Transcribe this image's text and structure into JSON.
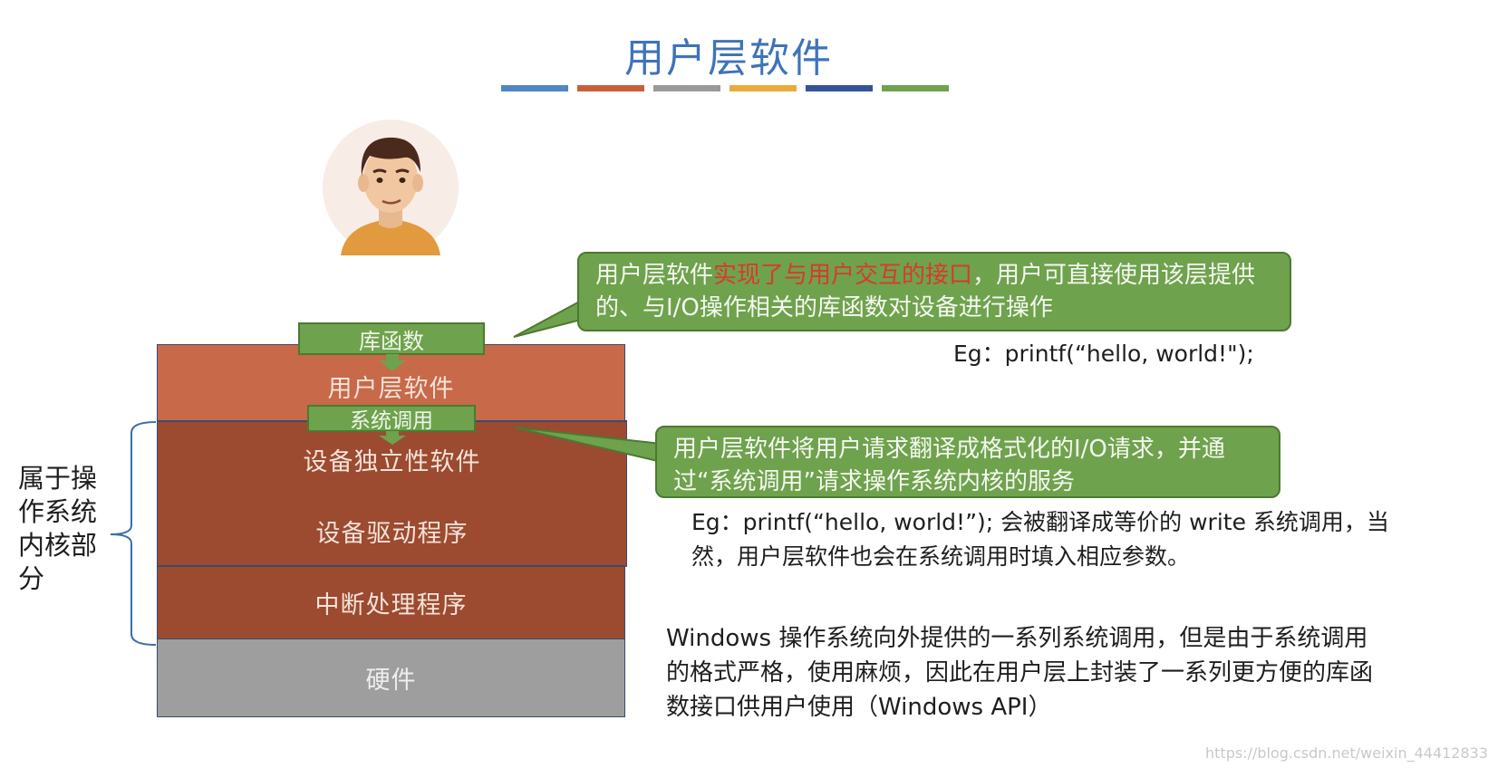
{
  "title": "用户层软件",
  "colors": {
    "bars": [
      "#4f86c6",
      "#c95f3a",
      "#9a9a9a",
      "#e9ab3c",
      "#33549a",
      "#6fa24d"
    ],
    "title": "#3f73b8",
    "green": "#6fa24d"
  },
  "avatar": {
    "icon": "person-avatar-icon"
  },
  "layers": {
    "lib_tag": "库函数",
    "user_software": "用户层软件",
    "syscall_tag": "系统调用",
    "device_independent": "设备独立性软件",
    "device_driver": "设备驱动程序",
    "interrupt_handler": "中断处理程序",
    "hardware": "硬件"
  },
  "kernel_bracket_label": "属于操作系统内核部分",
  "callout1": {
    "part1": "用户层软件",
    "part2_red": "实现了与用户交互的接口",
    "part3": "，用户可直接使用该层提供的、与I/O操作相关的库函数对设备进行操作"
  },
  "eg1": "Eg：printf(“hello, world!\");",
  "callout2": "用户层软件将用户请求翻译成格式化的I/O请求，并通过“系统调用”请求操作系统内核的服务",
  "eg2": "Eg：printf(“hello, world!”); 会被翻译成等价的 write 系统调用，当然，用户层软件也会在系统调用时填入相应参数。",
  "windows_note": "Windows 操作系统向外提供的一系列系统调用，但是由于系统调用的格式严格，使用麻烦，因此在用户层上封装了一系列更方便的库函数接口供用户使用（Windows API）",
  "watermark": "https://blog.csdn.net/weixin_44412833"
}
